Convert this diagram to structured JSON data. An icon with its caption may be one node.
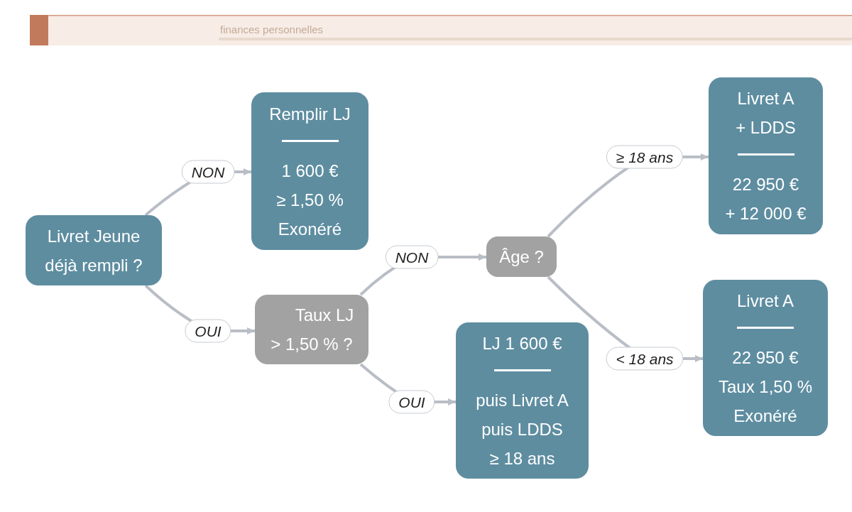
{
  "diagram": {
    "nodes": [
      {
        "text": [
          "Livret Jeune déjà rempli ?"
        ]
      },
      {
        "text": [
          "Remplir LJ",
          "1 600 €",
          "≥ 1,50 %",
          "Exonéré"
        ]
      },
      {
        "text": [
          "Taux LJ > 1,50 % ?"
        ]
      },
      {
        "text": [
          "Âge ?"
        ]
      },
      {
        "text": [
          "LJ 1 600 €",
          "puis Livret A",
          "puis LDDS",
          "≥ 18 ans"
        ]
      },
      {
        "text": [
          "Livret A + LDDS",
          "22 950 €",
          "+ 12 000 €"
        ]
      },
      {
        "text": [
          "Livret A",
          "22 950 €",
          "Taux 1,50 %",
          "Exonéré"
        ]
      }
    ],
    "edges": [
      {
        "from": 0,
        "to": 1,
        "arrow": "to",
        "label": "NON"
      },
      {
        "from": 0,
        "to": 2,
        "arrow": "to",
        "label": "OUI"
      },
      {
        "from": 2,
        "to": 3,
        "arrow": "to",
        "label": "NON"
      },
      {
        "from": 2,
        "to": 4,
        "arrow": "to",
        "label": "OUI"
      },
      {
        "from": 3,
        "to": 5,
        "arrow": "to",
        "label": "≥ 18 ans"
      },
      {
        "from": 3,
        "to": 6,
        "arrow": "to",
        "label": "< 18 ans"
      }
    ],
    "labels": [
      "finances personnelles"
    ]
  }
}
